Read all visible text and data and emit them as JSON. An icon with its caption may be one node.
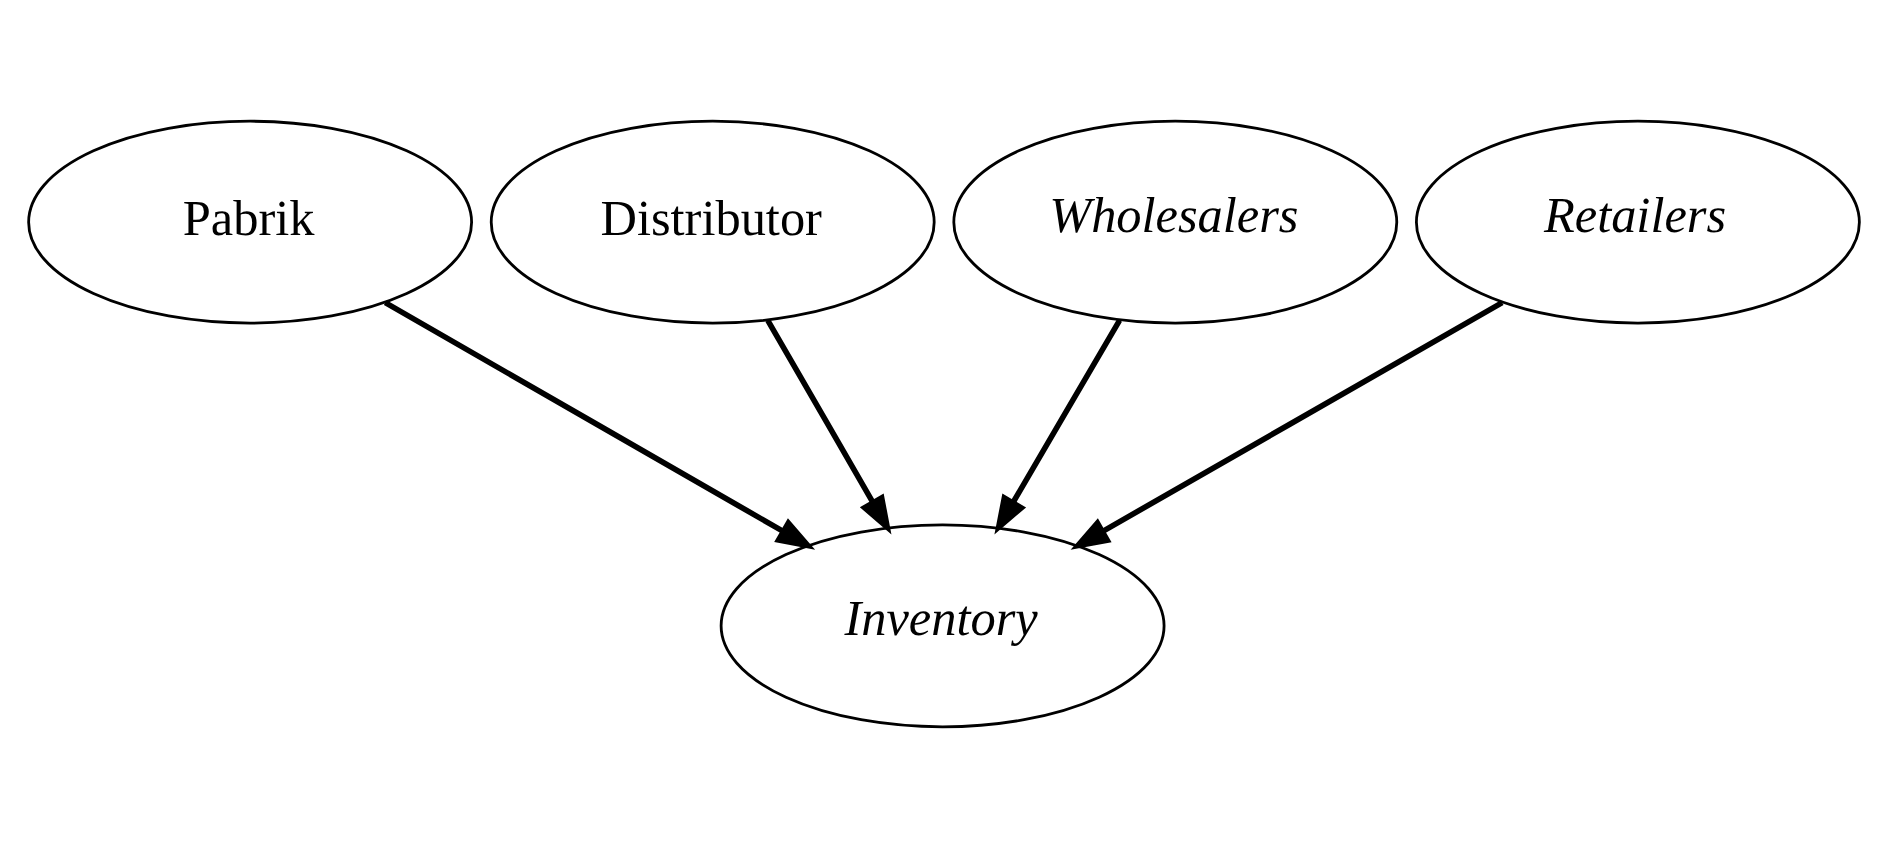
{
  "diagram": {
    "nodes": [
      {
        "text": [
          "Pabrik"
        ]
      },
      {
        "text": [
          "Distributor"
        ]
      },
      {
        "text": [
          "Wholesalers"
        ]
      },
      {
        "text": [
          "Retailers"
        ]
      },
      {
        "text": [
          "Inventory"
        ]
      }
    ],
    "edges": [
      {
        "from": 0,
        "to": 4,
        "arrow": "to"
      },
      {
        "from": 1,
        "to": 4,
        "arrow": "to"
      },
      {
        "from": 2,
        "to": 4,
        "arrow": "to"
      },
      {
        "from": 3,
        "to": 4,
        "arrow": "to"
      }
    ]
  }
}
